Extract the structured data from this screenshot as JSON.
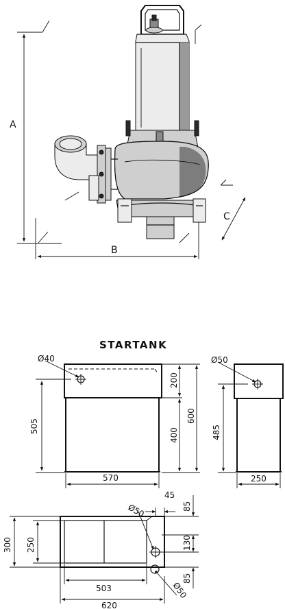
{
  "pump": {
    "dim_a": "A",
    "dim_b": "B",
    "dim_c": "C"
  },
  "tank_title": "STARTANK",
  "front_view": {
    "hole_diameter": "Ø40",
    "height_upper": "200",
    "height_total": "600",
    "height_lower": "400",
    "height_left": "505",
    "width": "570"
  },
  "side_view": {
    "hole_diameter": "Ø50",
    "height": "485",
    "width": "250"
  },
  "top_view": {
    "width_outer": "300",
    "width_inner": "250",
    "hole_top_diameter": "Ø50",
    "hole_bottom_diameter": "Ø50",
    "offset_45": "45",
    "offset_85_top": "85",
    "spacing_130": "130",
    "offset_85_bottom": "85",
    "length_inner": "503",
    "length_outer": "620"
  }
}
